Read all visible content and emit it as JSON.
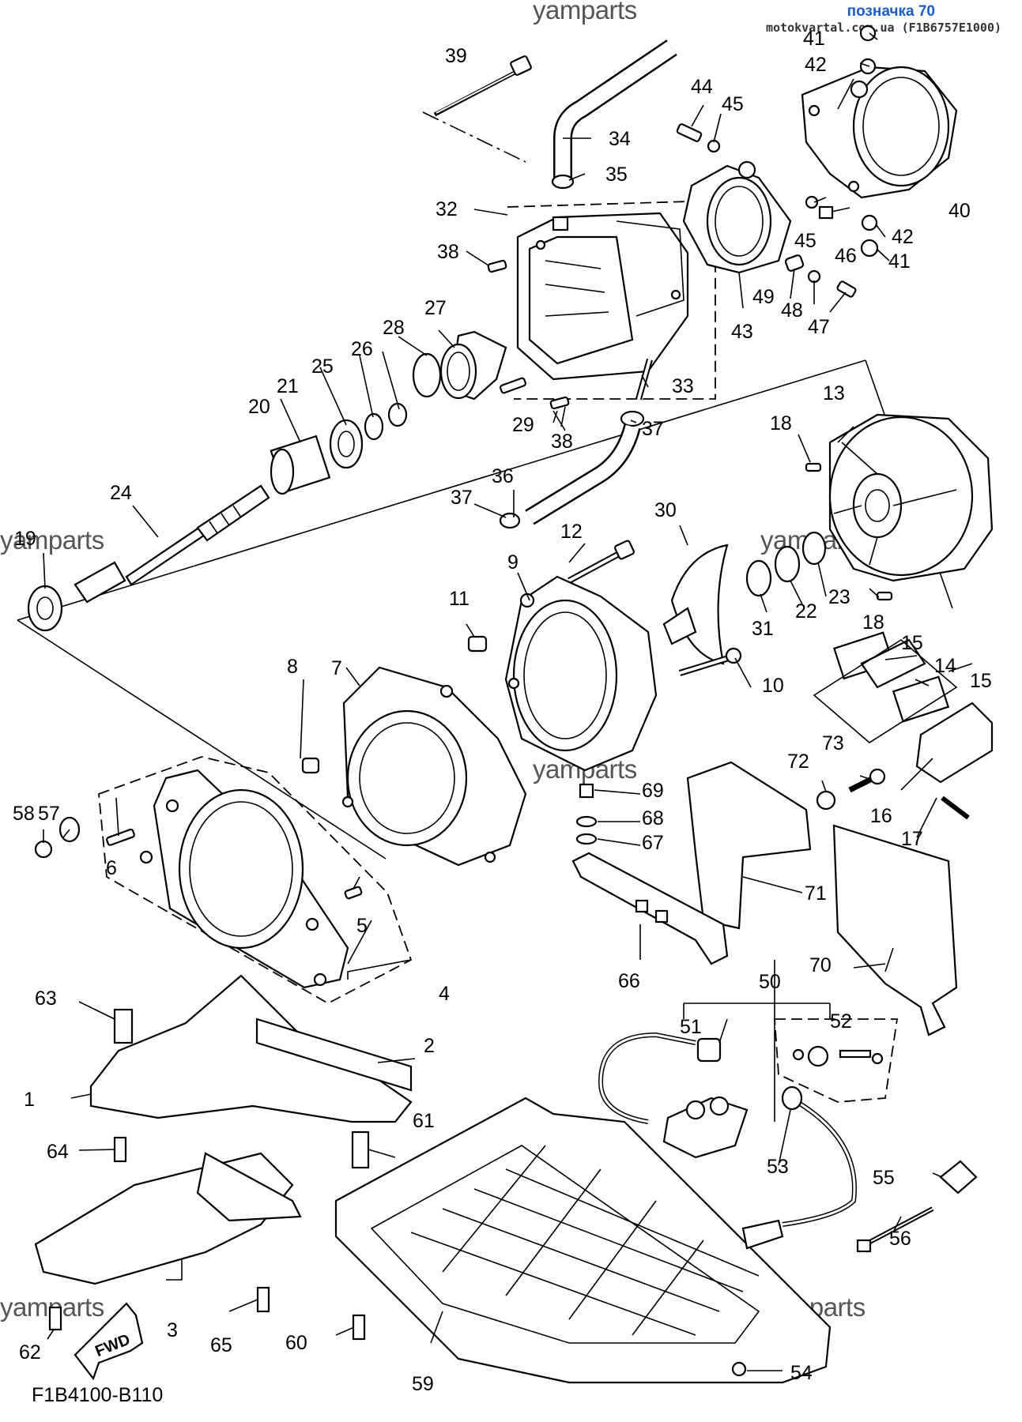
{
  "header": {
    "label": "позначка 70",
    "source": "motokvartal.com.ua (F1B6757E1000)"
  },
  "watermarks": [
    "yamparts",
    "yamparts",
    "yamparts",
    "yamparts",
    "yamparts",
    "yamparts"
  ],
  "drawing_code": "F1B4100-B110",
  "fwd_label": "FWD",
  "callouts": [
    "1",
    "2",
    "3",
    "4",
    "5",
    "6",
    "7",
    "8",
    "9",
    "10",
    "11",
    "12",
    "13",
    "14",
    "15",
    "15",
    "16",
    "17",
    "18",
    "18",
    "19",
    "20",
    "21",
    "22",
    "23",
    "24",
    "25",
    "26",
    "27",
    "28",
    "29",
    "30",
    "31",
    "32",
    "33",
    "34",
    "35",
    "36",
    "37",
    "37",
    "38",
    "38",
    "39",
    "40",
    "41",
    "41",
    "42",
    "42",
    "43",
    "44",
    "45",
    "45",
    "46",
    "47",
    "48",
    "49",
    "50",
    "51",
    "52",
    "53",
    "54",
    "55",
    "56",
    "57",
    "58",
    "59",
    "60",
    "61",
    "62",
    "63",
    "64",
    "65",
    "66",
    "67",
    "68",
    "69",
    "70",
    "71",
    "72",
    "73"
  ]
}
